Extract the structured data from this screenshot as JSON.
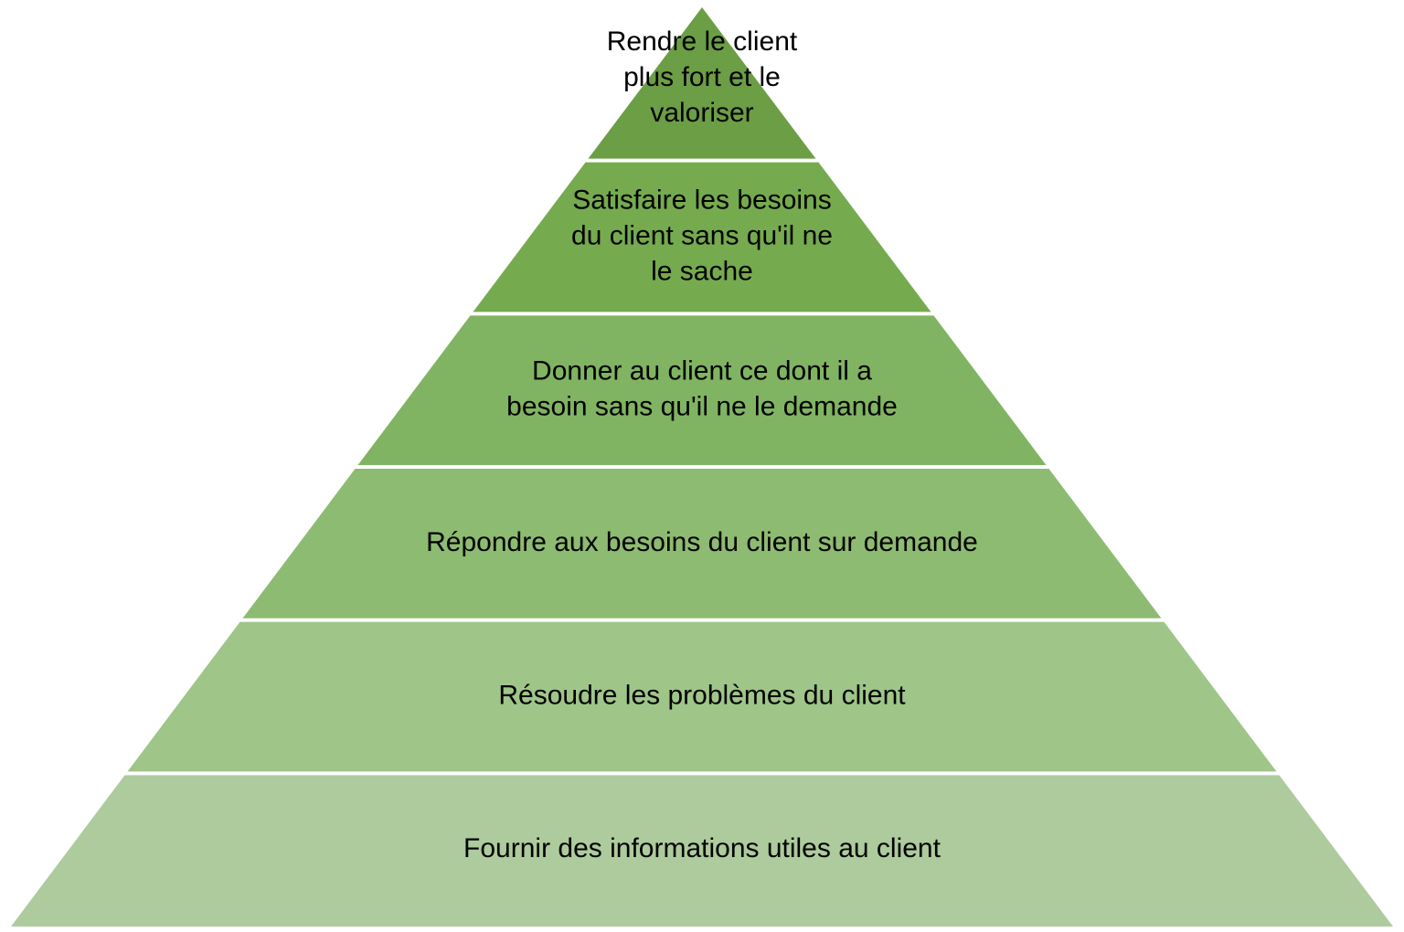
{
  "diagram": {
    "type": "pyramid",
    "levels": [
      {
        "lines": [
          "Rendre le client",
          "plus fort et le",
          "valoriser"
        ],
        "color": "#6b9e45"
      },
      {
        "lines": [
          "Satisfaire les besoins",
          "du client sans qu'il ne",
          "le sache"
        ],
        "color": "#75ab4e"
      },
      {
        "lines": [
          "Donner au client ce dont il a",
          "besoin sans qu'il ne le demande"
        ],
        "color": "#80b462"
      },
      {
        "lines": [
          "Répondre aux besoins du client sur demande"
        ],
        "color": "#8dbb71"
      },
      {
        "lines": [
          "Résoudre les problèmes du client"
        ],
        "color": "#9fc589"
      },
      {
        "lines": [
          "Fournir des informations utiles au client"
        ],
        "color": "#adcb9c"
      }
    ],
    "separator_color": "#ffffff"
  }
}
